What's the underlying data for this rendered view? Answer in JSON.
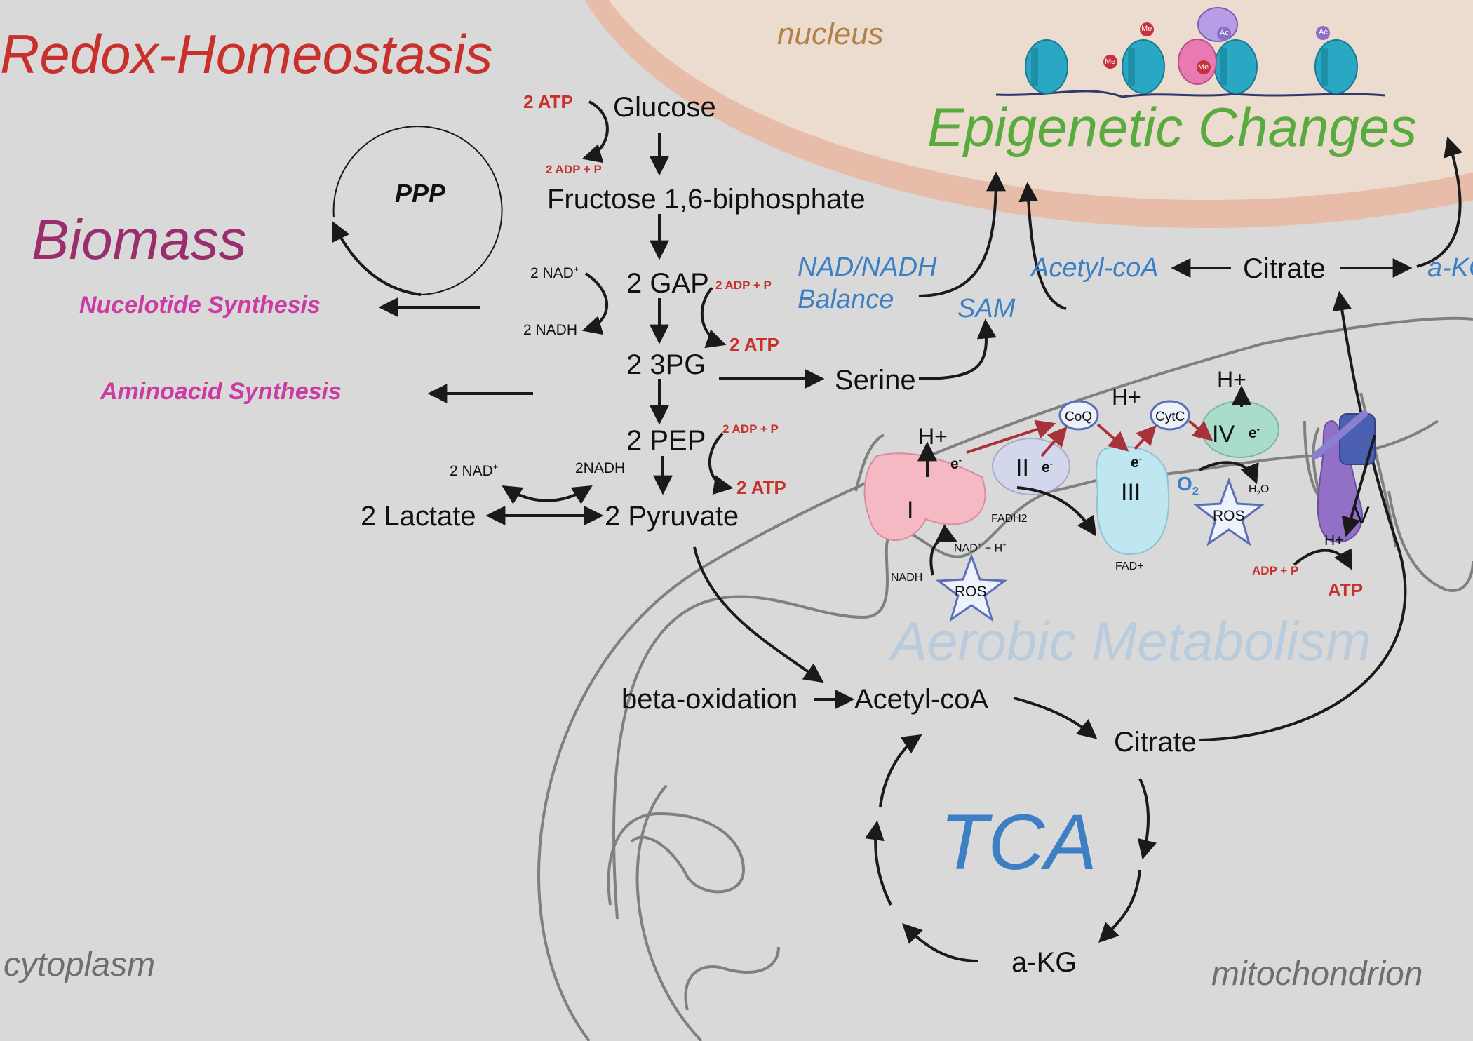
{
  "titles": {
    "redox": "Redox-Homeostasis",
    "biomass": "Biomass",
    "epigenetic": "Epigenetic Changes",
    "aerobic": "Aerobic Metabolism",
    "tca": "TCA"
  },
  "compartments": {
    "nucleus": "nucleus",
    "cytoplasm": "cytoplasm",
    "mitochondrion": "mitochondrion"
  },
  "glycolysis": {
    "glucose": "Glucose",
    "f16bp": "Fructose 1,6-biphosphate",
    "gap": "2 GAP",
    "pg": "2 3PG",
    "pep": "2 PEP",
    "pyruvate": "2 Pyruvate",
    "lactate": "2 Lactate",
    "serine": "Serine"
  },
  "cofactors": {
    "atp_in": "2 ATP",
    "adp_in": "2 ADP + P",
    "nad_gap": "2 NAD",
    "nadh_gap": "2 NADH",
    "adp_gap": "2 ADP + P",
    "atp_gap": "2 ATP",
    "adp_pep": "2 ADP + P",
    "atp_pep": "2 ATP",
    "nad_lac": "2 NAD",
    "nadh_lac": "2NADH",
    "plus": "+"
  },
  "ppp": "PPP",
  "outputs": {
    "nucleotide": "Nucelotide Synthesis",
    "aminoacid": "Aminoacid Synthesis"
  },
  "epi_inputs": {
    "nad_balance_1": "NAD/NADH",
    "nad_balance_2": "Balance",
    "sam": "SAM",
    "acetyl": "Acetyl-coA",
    "citrate": "Citrate",
    "akg": "a-KG"
  },
  "histone_marks": {
    "me": "Me",
    "ac": "Ac"
  },
  "etc": {
    "complex1": "I",
    "complex2": "II",
    "complex3": "III",
    "complex4": "IV",
    "complex5": "V",
    "coq": "CoQ",
    "cytc": "CytC",
    "hplus": "H+",
    "electron": "e",
    "electron_sup": "-",
    "fadh2": "FADH2",
    "fad": "FAD+",
    "nadh": "NADH",
    "nad_h": "NAD",
    "nad_h_rest": " + H",
    "o2": "O",
    "o2_sub": "2",
    "h2o_h": "H",
    "h2o_sub": "2",
    "h2o_o": "O",
    "ros": "ROS",
    "adp": "ADP + P",
    "atp": "ATP"
  },
  "tca_cycle": {
    "beta_ox": "beta-oxidation",
    "acetyl": "Acetyl-coA",
    "citrate": "Citrate",
    "akg": "a-KG"
  },
  "colors": {
    "background": "#d9d9d9",
    "nucleus_fill": "#ecdcd0",
    "nucleus_border": "#e5b7a6",
    "red": "#c8312b",
    "blue": "#3d7fc4",
    "green": "#5aab3e",
    "pink": "#cc3aa3",
    "biomass": "#9a2d6c"
  }
}
